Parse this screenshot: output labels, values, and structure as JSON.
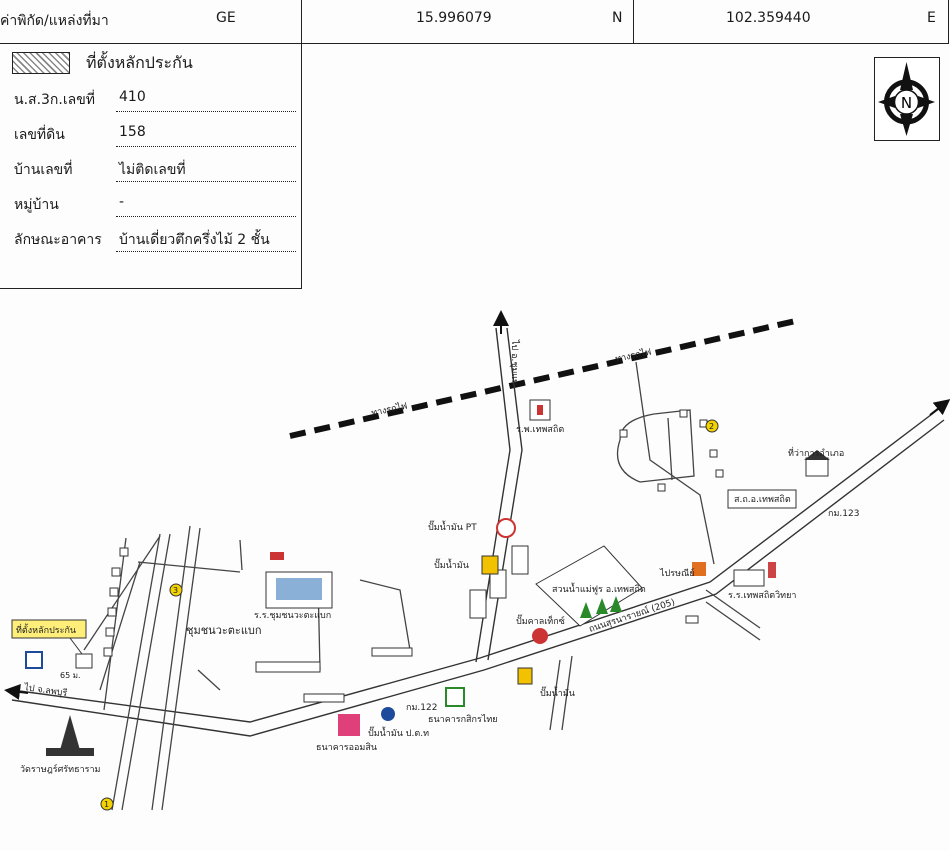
{
  "header": {
    "source_label": "ค่าพิกัด/แหล่งที่มา",
    "source_value": "GE",
    "lat": "15.996079",
    "lat_dir": "N",
    "lon": "102.359440",
    "lon_dir": "E"
  },
  "legend": {
    "label": "ที่ตั้งหลักประกัน"
  },
  "fields": [
    {
      "label": "น.ส.3ก.เลขที่",
      "value": "410"
    },
    {
      "label": "เลขที่ดิน",
      "value": "158"
    },
    {
      "label": "บ้านเลขที่",
      "value": "ไม่ติดเลขที่"
    },
    {
      "label": "หมู่บ้าน",
      "value": "-"
    },
    {
      "label": "ลักษณะอาคาร",
      "value": "บ้านเดี่ยวตึกครึ่งไม้ 2 ชั้น"
    }
  ],
  "compass": {
    "letter": "N"
  },
  "map": {
    "railway_label_left": "ทางรถไฟ",
    "railway_label_right": "ทางรถไฟ",
    "to_chumphae": "ไป อ.ชุมแพ",
    "to_lopburi": "ไป จ.ลพบุรี",
    "hospital": "ร.พ.เทพสถิต",
    "district_office": "ที่ว่าการอำเภอ",
    "district_admin": "ส.ถ.อ.เทพสถิต",
    "km123": "กม.123",
    "km122": "กม.122",
    "gas_pt": "ปั๊มน้ำมัน PT",
    "gas_station": "ปั๊มน้ำมัน",
    "gas_station_2": "ปั๊มน้ำมัน",
    "gas_ptt": "ปั๊มน้ำมัน ป.ต.ท",
    "caltex": "ปั๊มคาลเท็กซ์",
    "park": "สวนน้ำแม่ฟูร อ.เทพสถิต",
    "post_office": "ไปรษณีย์",
    "school_right": "ร.ร.เทพสถิตวิทยา",
    "school_left": "ร.ร.ชุมชนวะตะแบก",
    "community": "ชุมชนวะตะแบก",
    "road_name": "ถนนสุรนารายณ์ (205)",
    "kasikorn": "ธนาคารกสิกรไทย",
    "gsb": "ธนาคารออมสิน",
    "temple": "วัดราษฎร์ศรัทธาราม",
    "collateral_tag": "ที่ตั้งหลักประกัน",
    "distance": "65 ม.",
    "marker_1": "1",
    "marker_2": "2",
    "marker_3": "3"
  }
}
